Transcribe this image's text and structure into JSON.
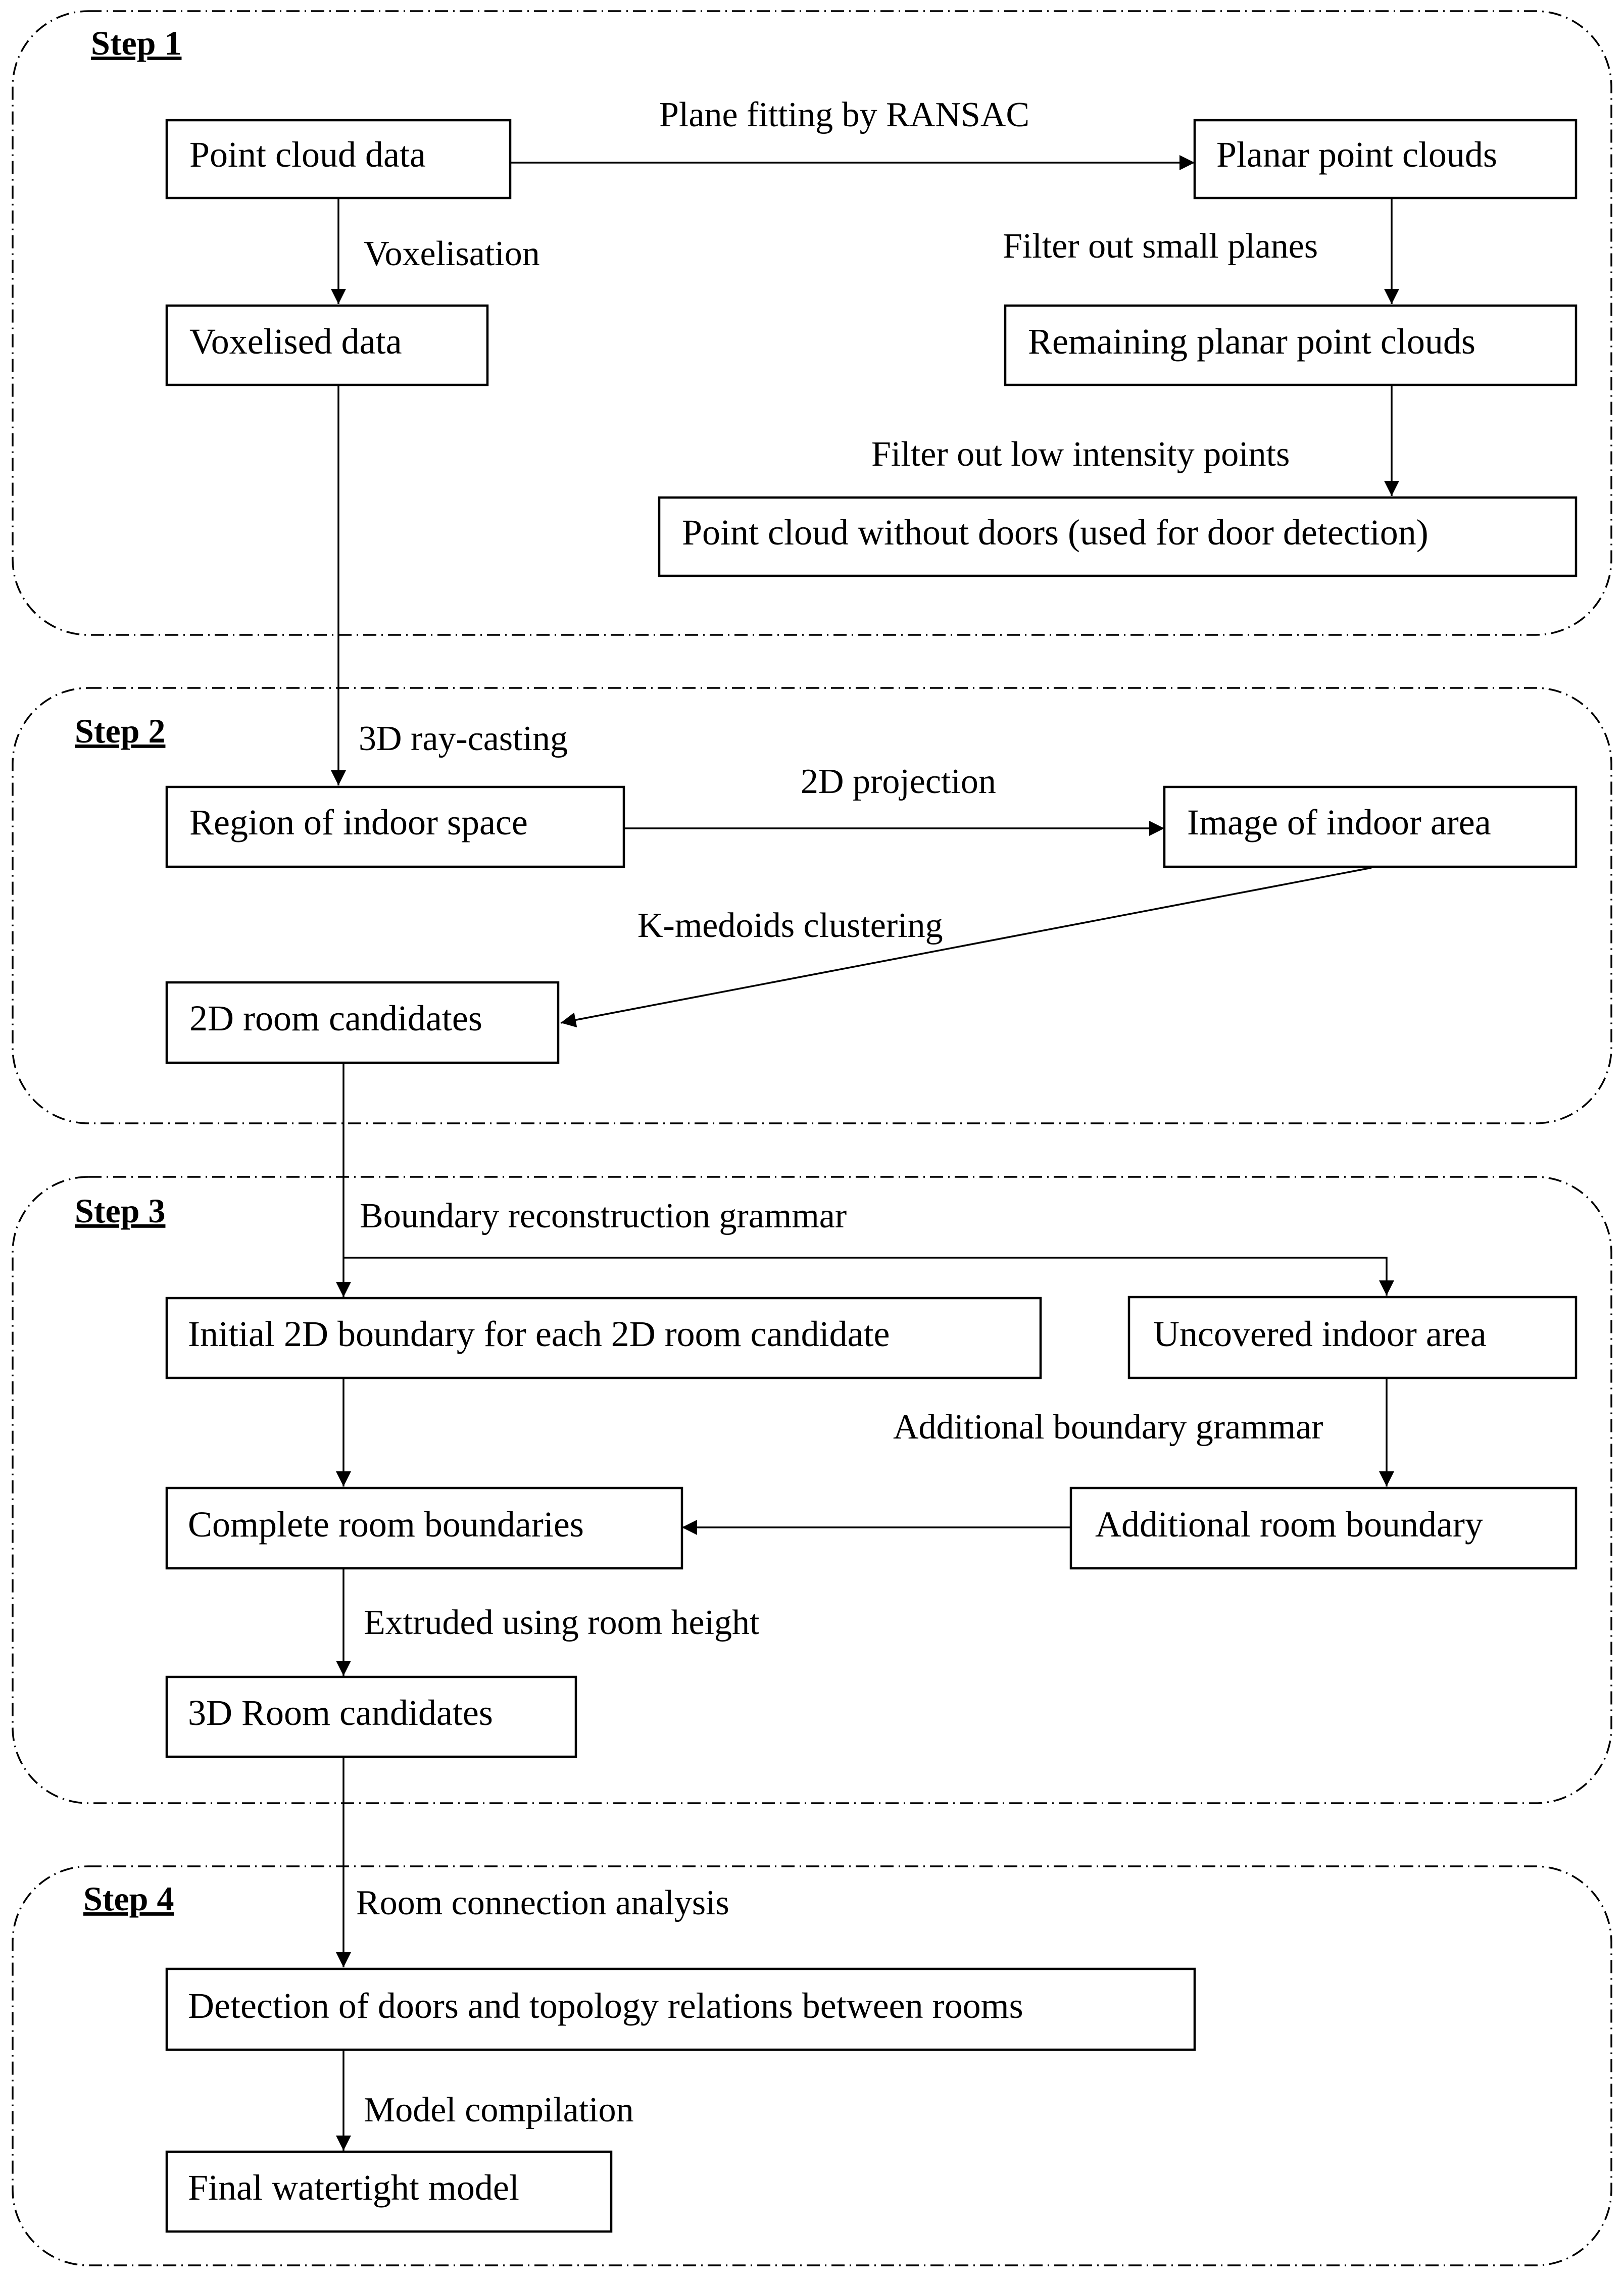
{
  "groups": [
    {
      "id": "g1",
      "label": "Step 1"
    },
    {
      "id": "g2",
      "label": "Step 2"
    },
    {
      "id": "g3",
      "label": "Step 3"
    },
    {
      "id": "g4",
      "label": "Step 4"
    }
  ],
  "nodes": [
    {
      "id": "point_cloud",
      "label": "Point cloud data"
    },
    {
      "id": "planar",
      "label": "Planar point clouds"
    },
    {
      "id": "voxelised",
      "label": "Voxelised data"
    },
    {
      "id": "remaining",
      "label": "Remaining planar point clouds"
    },
    {
      "id": "no_doors",
      "label": "Point cloud without doors (used for door detection)"
    },
    {
      "id": "region",
      "label": "Region of indoor space"
    },
    {
      "id": "image",
      "label": "Image of indoor area"
    },
    {
      "id": "room2d",
      "label": "2D room candidates"
    },
    {
      "id": "initial",
      "label": "Initial 2D boundary for each 2D room candidate"
    },
    {
      "id": "uncovered",
      "label": "Uncovered indoor area"
    },
    {
      "id": "complete",
      "label": "Complete room boundaries"
    },
    {
      "id": "additional",
      "label": "Additional room boundary"
    },
    {
      "id": "room3d",
      "label": "3D Room candidates"
    },
    {
      "id": "doors",
      "label": "Detection of doors and topology relations between rooms"
    },
    {
      "id": "final",
      "label": "Final watertight model"
    }
  ],
  "edges": [
    {
      "from": "point_cloud",
      "to": "planar",
      "label": "Plane fitting by RANSAC"
    },
    {
      "from": "point_cloud",
      "to": "voxelised",
      "label": "Voxelisation"
    },
    {
      "from": "planar",
      "to": "remaining",
      "label": "Filter out small planes"
    },
    {
      "from": "remaining",
      "to": "no_doors",
      "label": "Filter out low intensity points"
    },
    {
      "from": "voxelised",
      "to": "region",
      "label": "3D ray-casting"
    },
    {
      "from": "region",
      "to": "image",
      "label": "2D projection"
    },
    {
      "from": "image",
      "to": "room2d",
      "label": "K-medoids clustering"
    },
    {
      "from": "room2d",
      "to": "initial",
      "label": "Boundary reconstruction grammar"
    },
    {
      "from": "room2d",
      "to": "uncovered",
      "label": ""
    },
    {
      "from": "initial",
      "to": "complete",
      "label": ""
    },
    {
      "from": "uncovered",
      "to": "additional",
      "label": "Additional boundary grammar"
    },
    {
      "from": "additional",
      "to": "complete",
      "label": ""
    },
    {
      "from": "complete",
      "to": "room3d",
      "label": "Extruded using room height"
    },
    {
      "from": "room3d",
      "to": "doors",
      "label": "Room connection analysis"
    },
    {
      "from": "doors",
      "to": "final",
      "label": "Model compilation"
    }
  ]
}
